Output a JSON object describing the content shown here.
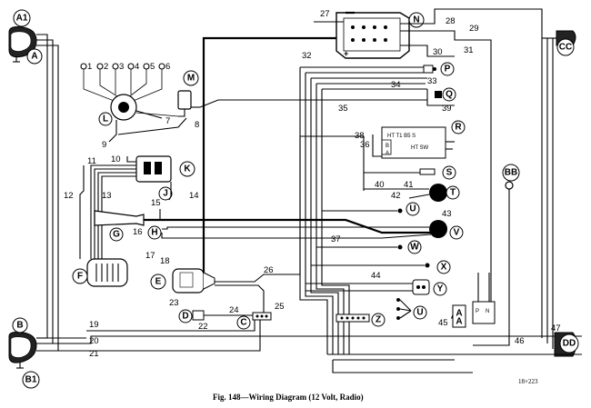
{
  "caption": "Fig. 148—Wiring Diagram (12 Volt, Radio)",
  "code": "18×223",
  "letters": {
    "A1": "A1",
    "A": "A",
    "B": "B",
    "B1": "B1",
    "C": "C",
    "D": "D",
    "E": "E",
    "F": "F",
    "G": "G",
    "H": "H",
    "J": "J",
    "K": "K",
    "L": "L",
    "M": "M",
    "N": "N",
    "P": "P",
    "Q": "Q",
    "R": "R",
    "S": "S",
    "T": "T",
    "U": "U",
    "V": "V",
    "W": "W",
    "X": "X",
    "Y": "Y",
    "Z": "Z",
    "U2": "U",
    "AA": "A A",
    "BB": "BB",
    "CC": "CC",
    "DD": "DD"
  },
  "numbers": {
    "n1": "1",
    "n2": "2",
    "n3": "3",
    "n4": "4",
    "n5": "5",
    "n6": "6",
    "n7": "7",
    "n8": "8",
    "n9": "9",
    "n10": "10",
    "n11": "11",
    "n12": "12",
    "n13": "13",
    "n14": "14",
    "n15": "15",
    "n16": "16",
    "n17": "17",
    "n18": "18",
    "n19": "19",
    "n20": "20",
    "n21": "21",
    "n22": "22",
    "n23": "23",
    "n24": "24",
    "n25": "25",
    "n26": "26",
    "n27": "27",
    "n28": "28",
    "n29": "29",
    "n30": "30",
    "n31": "31",
    "n32": "32",
    "n33": "33",
    "n34": "34",
    "n35": "35",
    "n36": "36",
    "n37": "37",
    "n38": "38",
    "n39": "39",
    "n40": "40",
    "n41": "41",
    "n42": "42",
    "n43": "43",
    "n44": "44",
    "n45": "45",
    "n46": "46",
    "n47": "47"
  },
  "radio_terminals": {
    "row1": "HT T1 B5 S",
    "row2": "B",
    "row3": "HT SW",
    "row4": "A"
  },
  "regulator_terminals": {
    "p": "P",
    "n": "N"
  }
}
